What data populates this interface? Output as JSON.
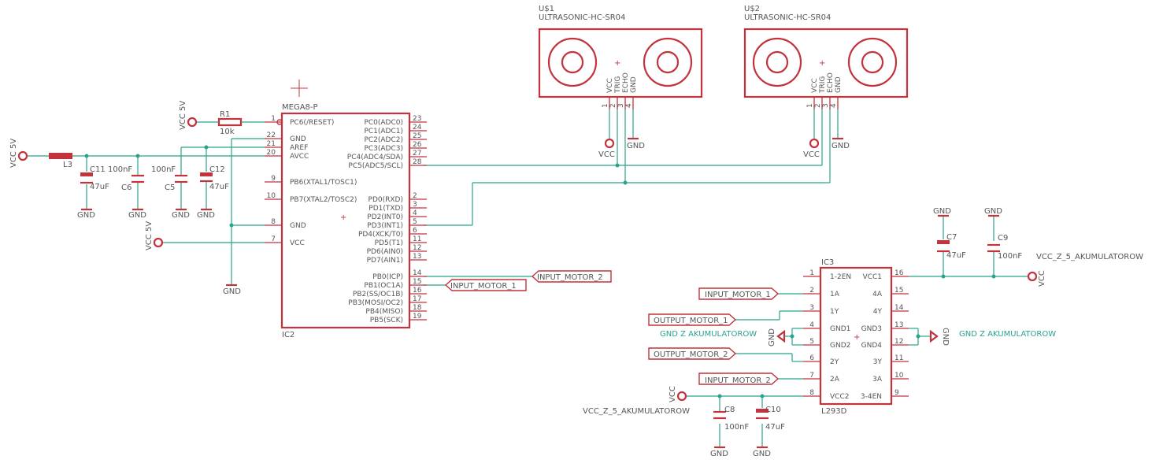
{
  "title": "",
  "u1": {
    "name": "U$1",
    "value": "ULTRASONIC-HC-SR04",
    "pins": [
      "VCC",
      "TRIG",
      "ECHO",
      "GND"
    ],
    "pin_numbers": [
      "1",
      "2",
      "3",
      "4"
    ]
  },
  "u2": {
    "name": "U$2",
    "value": "ULTRASONIC-HC-SR04",
    "pins": [
      "VCC",
      "TRIG",
      "ECHO",
      "GND"
    ],
    "pin_numbers": [
      "1",
      "2",
      "3",
      "4"
    ]
  },
  "ic2": {
    "name": "IC2",
    "value": "MEGA8-P",
    "left_pins": [
      {
        "no": "1",
        "name": "PC6(/RESET)"
      },
      {
        "no": "22",
        "name": "GND"
      },
      {
        "no": "21",
        "name": "AREF"
      },
      {
        "no": "20",
        "name": "AVCC"
      },
      {
        "no": "9",
        "name": "PB6(XTAL1/TOSC1)"
      },
      {
        "no": "10",
        "name": "PB7(XTAL2/TOSC2)"
      },
      {
        "no": "8",
        "name": "GND"
      },
      {
        "no": "7",
        "name": "VCC"
      }
    ],
    "right_pins": [
      {
        "no": "23",
        "name": "PC0(ADC0)"
      },
      {
        "no": "24",
        "name": "PC1(ADC1)"
      },
      {
        "no": "25",
        "name": "PC2(ADC2)"
      },
      {
        "no": "26",
        "name": "PC3(ADC3)"
      },
      {
        "no": "27",
        "name": "PC4(ADC4/SDA)"
      },
      {
        "no": "28",
        "name": "PC5(ADC5/SCL)"
      },
      {
        "no": "2",
        "name": "PD0(RXD)"
      },
      {
        "no": "3",
        "name": "PD1(TXD)"
      },
      {
        "no": "4",
        "name": "PD2(INT0)"
      },
      {
        "no": "5",
        "name": "PD3(INT1)"
      },
      {
        "no": "6",
        "name": "PD4(XCK/T0)"
      },
      {
        "no": "11",
        "name": "PD5(T1)"
      },
      {
        "no": "12",
        "name": "PD6(AIN0)"
      },
      {
        "no": "13",
        "name": "PD7(AIN1)"
      },
      {
        "no": "14",
        "name": "PB0(ICP)"
      },
      {
        "no": "15",
        "name": "PB1(OC1A)"
      },
      {
        "no": "16",
        "name": "PB2(SS/OC1B)"
      },
      {
        "no": "17",
        "name": "PB3(MOSI/OC2)"
      },
      {
        "no": "18",
        "name": "PB4(MISO)"
      },
      {
        "no": "19",
        "name": "PB5(SCK)"
      }
    ]
  },
  "ic3": {
    "name": "IC3",
    "value": "L293D",
    "left_pins": [
      {
        "no": "1",
        "name": "1-2EN"
      },
      {
        "no": "2",
        "name": "1A"
      },
      {
        "no": "3",
        "name": "1Y"
      },
      {
        "no": "4",
        "name": "GND1"
      },
      {
        "no": "5",
        "name": "GND2"
      },
      {
        "no": "6",
        "name": "2Y"
      },
      {
        "no": "7",
        "name": "2A"
      },
      {
        "no": "8",
        "name": "VCC2"
      }
    ],
    "right_pins": [
      {
        "no": "16",
        "name": "VCC1"
      },
      {
        "no": "15",
        "name": "4A"
      },
      {
        "no": "14",
        "name": "4Y"
      },
      {
        "no": "13",
        "name": "GND3"
      },
      {
        "no": "12",
        "name": "GND4"
      },
      {
        "no": "11",
        "name": "3Y"
      },
      {
        "no": "10",
        "name": "3A"
      },
      {
        "no": "9",
        "name": "3-4EN"
      }
    ]
  },
  "components": {
    "r1": {
      "name": "R1",
      "value": "10k"
    },
    "l3": {
      "name": "L3"
    },
    "c11": {
      "name": "C11",
      "value": "47uF"
    },
    "c6": {
      "name": "C6",
      "value": "100nF"
    },
    "c5": {
      "name": "C5",
      "value": "100nF"
    },
    "c12": {
      "name": "C12",
      "value": "47uF"
    },
    "c7": {
      "name": "C7",
      "value": "47uF"
    },
    "c9": {
      "name": "C9",
      "value": "100nF"
    },
    "c8": {
      "name": "C8",
      "value": "100nF"
    },
    "c10": {
      "name": "C10",
      "value": "47uF"
    }
  },
  "supplies": {
    "vcc5v": "VCC 5V",
    "vcc": "VCC",
    "gnd": "GND",
    "vcc_akum": "VCC_Z_5_AKUMULATOROW",
    "gnd_akum": "GND Z AKUMULATOROW"
  },
  "labels": {
    "input_motor_1": "INPUT_MOTOR_1",
    "input_motor_2": "INPUT_MOTOR_2",
    "output_motor_1": "OUTPUT_MOTOR_1",
    "output_motor_2": "OUTPUT_MOTOR_2"
  },
  "colors": {
    "part": "#c4323c",
    "wire": "#2aa38b",
    "text": "#555555",
    "background": "#ffffff"
  }
}
